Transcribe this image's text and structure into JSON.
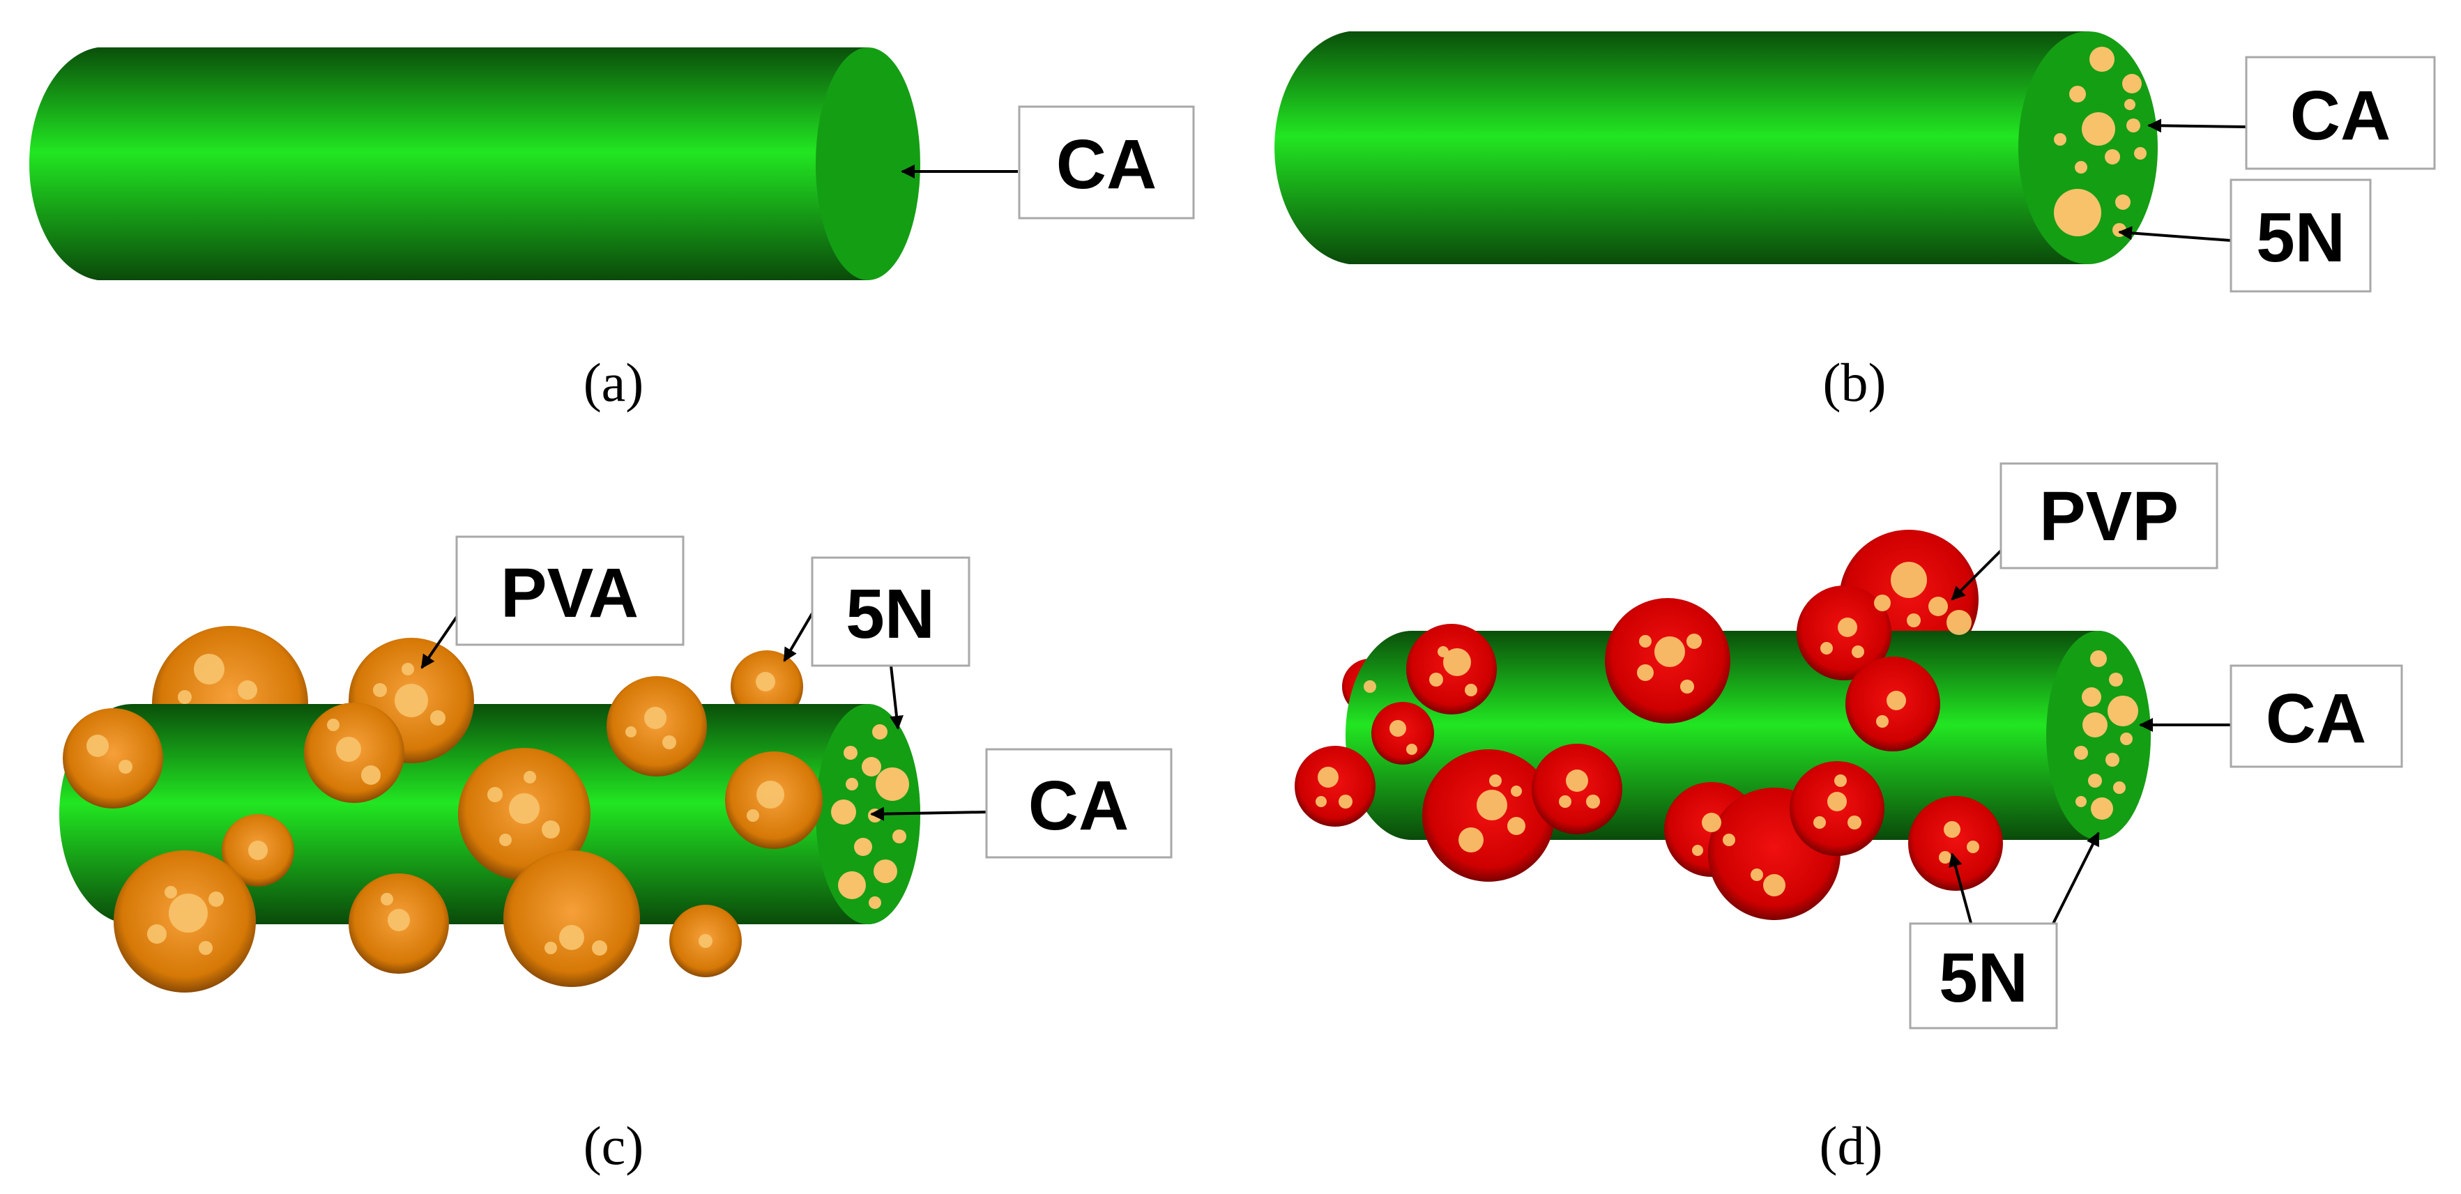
{
  "panels": [
    {
      "id": "a",
      "caption": "(a)",
      "labels": {
        "ca": "CA"
      }
    },
    {
      "id": "b",
      "caption": "(b)",
      "labels": {
        "ca": "CA",
        "fiveN": "5N"
      }
    },
    {
      "id": "c",
      "caption": "(c)",
      "labels": {
        "pva": "PVA",
        "fiveN": "5N",
        "ca": "CA"
      }
    },
    {
      "id": "d",
      "caption": "(d)",
      "labels": {
        "pvp": "PVP",
        "ca": "CA",
        "fiveN": "5N"
      }
    }
  ],
  "colors": {
    "fiber_dark": "#0a4f0a",
    "fiber_light": "#22e622",
    "fiber_end": "#149e14",
    "drug_particle": "#f8c26a",
    "pva_particle": "#d57806",
    "pvp_particle": "#d40000",
    "label_border": "#a8a8a8",
    "arrow": "#000000"
  },
  "icons": {
    "arrow": "arrow-pointer-icon"
  }
}
